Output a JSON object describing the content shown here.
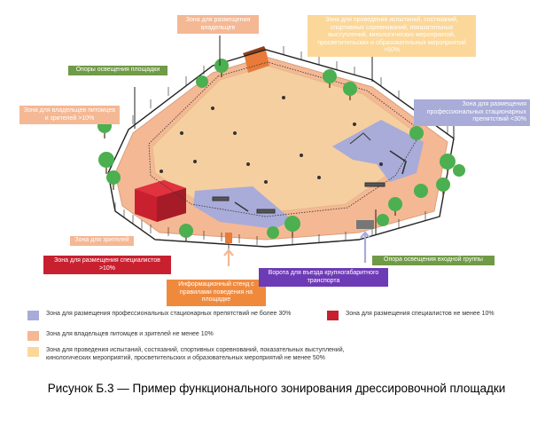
{
  "colors": {
    "blue_zone": "#a9abd8",
    "red_zone": "#c8202f",
    "orange_zone": "#f4b894",
    "yellow_zone": "#fbd79a",
    "green_label": "#6f9a46",
    "purple_label": "#6d3bb5",
    "arena_sand": "#f6cfa0"
  },
  "callouts": {
    "owners_zone": "Зона для размещения владельцев",
    "events_zone": "Зона для проведения испытаний, состязаний, спортивных соревнований, показательных выступлений, кинологических мероприятий, просветительских и образовательных мероприятий >50%",
    "lighting_poles": "Опоры освещения площадки",
    "kennel_zone": "Зона для владельцев питомцев и зрителей >10%",
    "obstacles_zone": "Зона для размещения профессиональных стационарных препятствий <30%",
    "spectators_zone": "Зона для зрителей",
    "entrance_light": "Опора освещения входной группы",
    "specialists_zone": "Зона для размещения специалистов >10%",
    "info_stand": "Информационный стенд с правилами поведения на площадке",
    "gates": "Ворота для въезда крупногабаритного транспорта"
  },
  "legend": [
    {
      "key": "blue",
      "color": "#a9abd8",
      "text": "Зона для размещения профессиональных стационарных препятствий не более 30%"
    },
    {
      "key": "red",
      "color": "#c8202f",
      "text": "Зона для размещения специалистов не менее 10%"
    },
    {
      "key": "orange",
      "color": "#f4b894",
      "text": "Зона для владельцев питомцев и зрителей не менее 10%"
    },
    {
      "key": "yellow",
      "color": "#fbd79a",
      "text": "Зона для проведения испытаний, состязаний, спортивных соревнований, показательных выступлений, кинологических мероприятий, просветительских и образовательных мероприятий не менее 50%"
    }
  ],
  "caption": "Рисунок Б.3 — Пример функционального зонирования дрессировочной площадки"
}
